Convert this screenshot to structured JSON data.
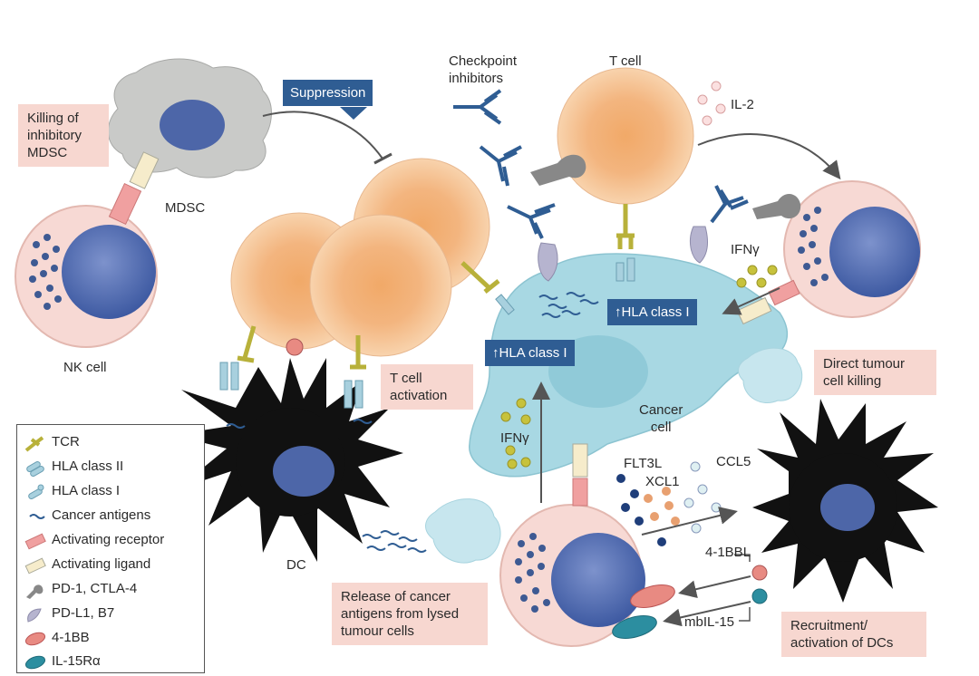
{
  "labels": {
    "suppression": "Suppression",
    "checkpoint": "Checkpoint\ninhibitors",
    "tcell": "T cell",
    "il2": "IL-2",
    "mdsc": "MDSC",
    "killing_mdsc": "Killing of\ninhibitory\nMDSC",
    "nk_cell": "NK cell",
    "hla_class_i_upper": "↑HLA class I",
    "hla_class_i_lower": "↑HLA class I",
    "ifng_upper": "IFNγ",
    "ifng_lower": "IFNγ",
    "direct_killing": "Direct tumour\ncell killing",
    "tcell_activation": "T cell\nactivation",
    "cancer_cell": "Cancer\ncell",
    "flt3l": "FLT3L",
    "xcl1": "XCL1",
    "ccl5": "CCL5",
    "dc": "DC",
    "release": "Release of cancer\nantigens from lysed\ntumour cells",
    "bbl": "4-1BBL",
    "mbil15": "mbIL-15",
    "recruitment": "Recruitment/\nactivation of DCs"
  },
  "legend": [
    {
      "icon": "tcr-icon",
      "label": "TCR"
    },
    {
      "icon": "hla-class-ii-icon",
      "label": "HLA class II"
    },
    {
      "icon": "hla-class-i-icon",
      "label": "HLA class I"
    },
    {
      "icon": "cancer-antigen-icon",
      "label": "Cancer antigens"
    },
    {
      "icon": "activating-receptor-icon",
      "label": "Activating receptor"
    },
    {
      "icon": "activating-ligand-icon",
      "label": "Activating ligand"
    },
    {
      "icon": "pd1-ctla4-icon",
      "label": "PD-1, CTLA-4"
    },
    {
      "icon": "pdl1-b7-icon",
      "label": "PD-L1, B7"
    },
    {
      "icon": "4-1bb-icon",
      "label": "4-1BB"
    },
    {
      "icon": "il15ra-icon",
      "label": "IL-15Rα"
    }
  ],
  "colors": {
    "tcell_fill": "#f6caa0",
    "tcell_inner": "#f2b27a",
    "nk_fill": "#f7d9d4",
    "nk_nucleus": "#4a64a8",
    "cancer_fill": "#a8d8e3",
    "mdsc_fill": "#c9cac8",
    "dc_fill": "#111111",
    "label_bg": "#f7d7d0",
    "tag_bg": "#2f5d93",
    "receptor_pink": "#f0a0a0",
    "ligand_cream": "#f6eccb",
    "tcr_olive": "#b8b13a",
    "il15ra_teal": "#2c8ea0"
  }
}
